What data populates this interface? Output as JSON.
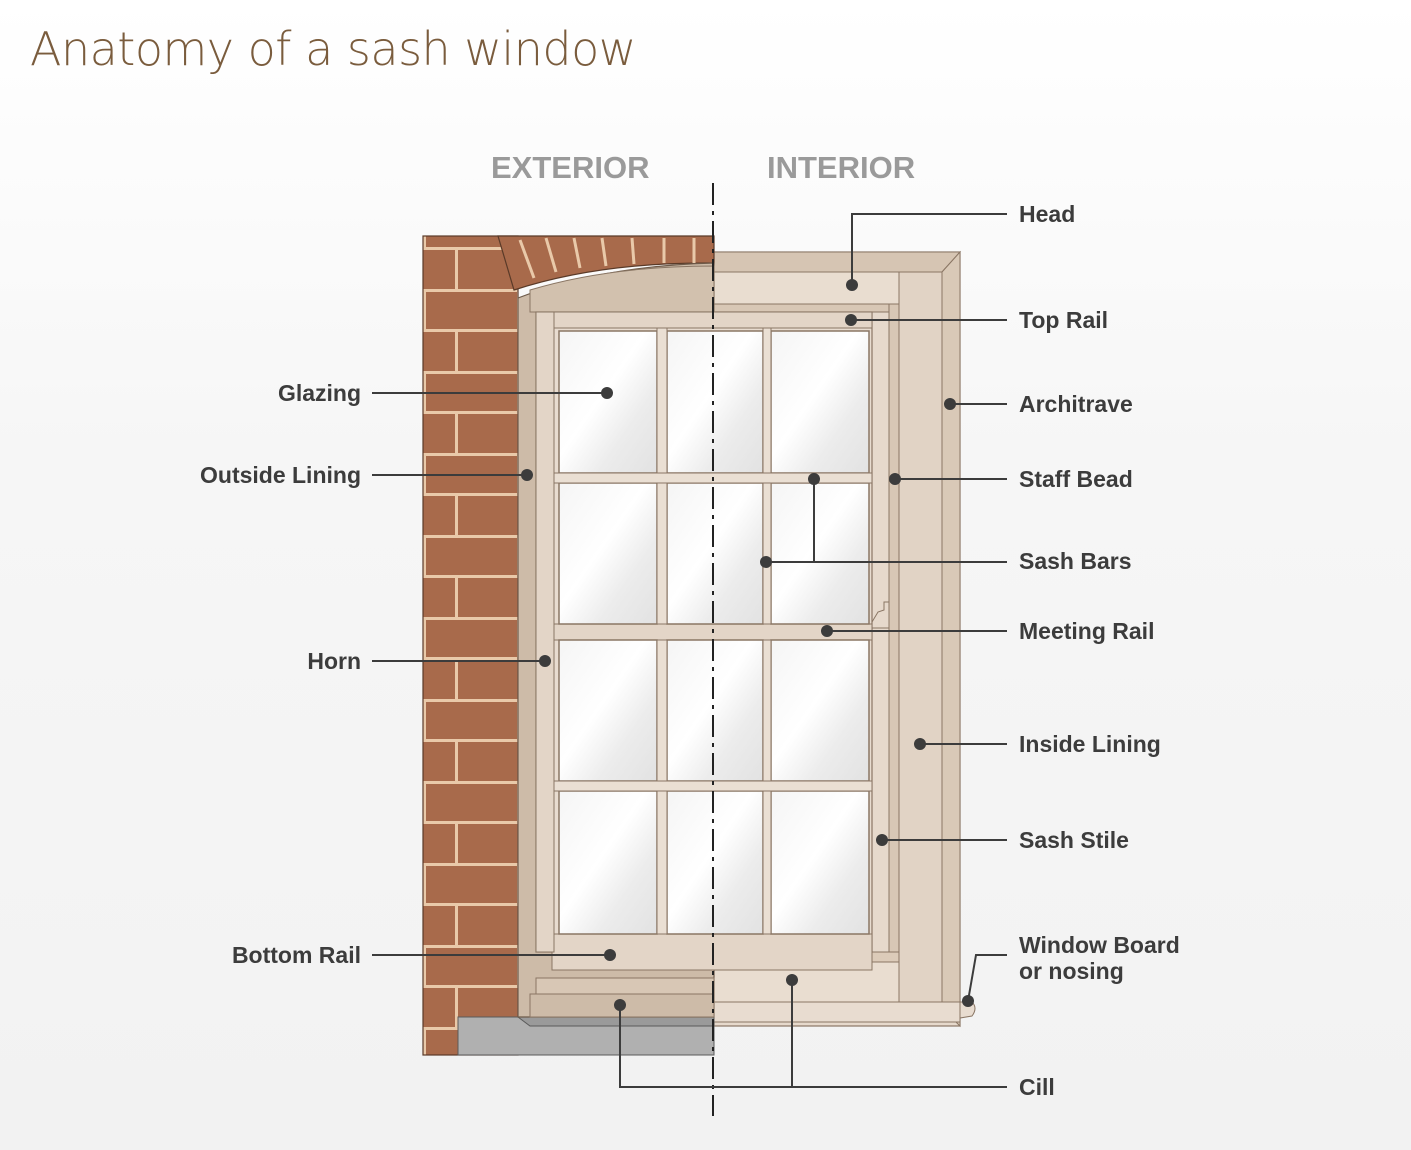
{
  "title": "Anatomy of a sash window",
  "sides": {
    "exterior": "EXTERIOR",
    "interior": "INTERIOR"
  },
  "labels": {
    "left": {
      "glazing": "Glazing",
      "outside_lining": "Outside Lining",
      "horn": "Horn",
      "bottom_rail": "Bottom Rail"
    },
    "right": {
      "head": "Head",
      "top_rail": "Top Rail",
      "architrave": "Architrave",
      "staff_bead": "Staff Bead",
      "sash_bars": "Sash Bars",
      "meeting_rail": "Meeting Rail",
      "inside_lining": "Inside Lining",
      "sash_stile": "Sash Stile",
      "window_board_line1": "Window Board",
      "window_board_line2": "or nosing",
      "cill": "Cill"
    }
  },
  "colors": {
    "title": "#7a5c3d",
    "brick": "#a86a4b",
    "mortar": "#e9c9a9",
    "timber_light": "#eadfd3",
    "timber_mid": "#dccbb9",
    "timber_dark": "#cdbba8",
    "leader": "#3c3c3c",
    "side_label": "#9a9a9a"
  }
}
